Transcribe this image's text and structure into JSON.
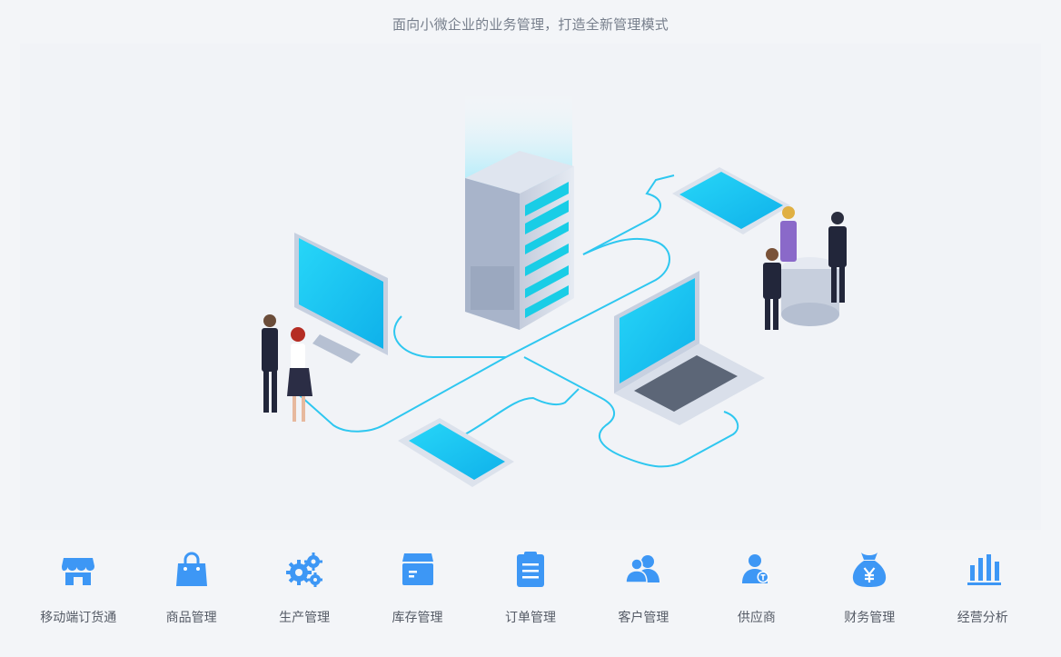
{
  "header": {
    "subtitle": "面向小微企业的业务管理，打造全新管理模式"
  },
  "colors": {
    "accent": "#3d97f5",
    "line": "#2ec7f0",
    "screen": "#18c4f2",
    "background": "#f3f5f8"
  },
  "features": [
    {
      "label": "移动端订货通",
      "icon": "store-icon"
    },
    {
      "label": "商品管理",
      "icon": "shopping-bag-icon"
    },
    {
      "label": "生产管理",
      "icon": "gears-icon"
    },
    {
      "label": "库存管理",
      "icon": "box-icon"
    },
    {
      "label": "订单管理",
      "icon": "clipboard-icon"
    },
    {
      "label": "客户管理",
      "icon": "users-icon"
    },
    {
      "label": "供应商",
      "icon": "supplier-icon"
    },
    {
      "label": "财务管理",
      "icon": "money-bag-icon"
    },
    {
      "label": "经营分析",
      "icon": "bar-chart-icon"
    }
  ]
}
